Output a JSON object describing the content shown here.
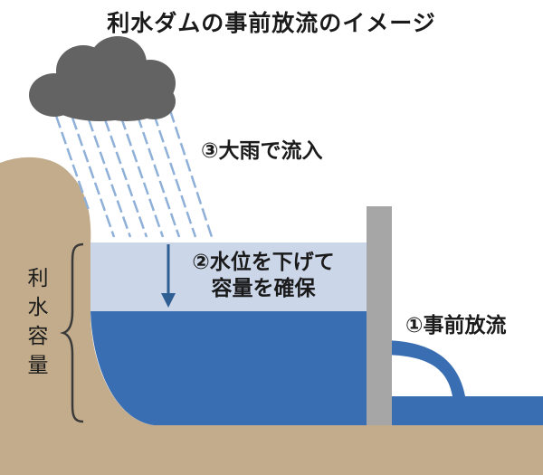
{
  "title": "利水ダムの事前放流のイメージ",
  "steps": {
    "release": "①事前放流",
    "lower_line1": "②水位を下げて",
    "lower_line2": "容量を確保",
    "rain": "③大雨で流入"
  },
  "capacity_label": [
    "利",
    "水",
    "容",
    "量"
  ],
  "colors": {
    "ground": "#c2ac8c",
    "water": "#3a6eb2",
    "freed_capacity": "#cbd6e8",
    "dam": "#a6a6a6",
    "cloud": "#636363",
    "rain": "#8fb0d8",
    "arrow": "#2f5e93"
  },
  "icons": [
    "rain-cloud-icon",
    "down-arrow-icon",
    "brace-icon"
  ]
}
